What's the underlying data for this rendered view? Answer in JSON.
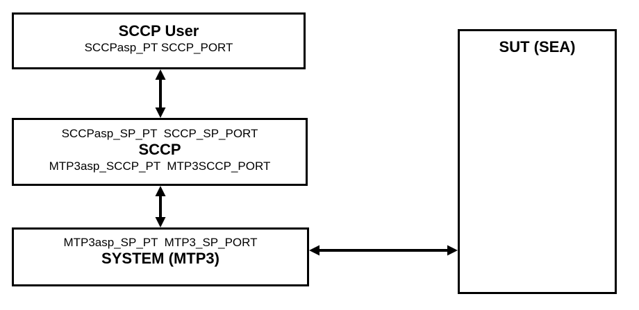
{
  "diagram": {
    "background_color": "#ffffff",
    "line_color": "#000000",
    "text_color": "#000000",
    "boxes": {
      "sccp_user": {
        "title": "SCCP User",
        "ports": "SCCPasp_PT SCCP_PORT"
      },
      "sccp": {
        "top_ports": "SCCPasp_SP_PT  SCCP_SP_PORT",
        "title": "SCCP",
        "bottom_ports": "MTP3asp_SCCP_PT  MTP3SCCP_PORT"
      },
      "system_mtp3": {
        "top_ports": "MTP3asp_SP_PT  MTP3_SP_PORT",
        "title": "SYSTEM (MTP3)"
      },
      "sut": {
        "title": "SUT (SEA)"
      }
    },
    "connections": [
      {
        "from": "sccp_user",
        "to": "sccp",
        "type": "bidirectional-arrow",
        "orientation": "vertical"
      },
      {
        "from": "sccp",
        "to": "system_mtp3",
        "type": "bidirectional-arrow",
        "orientation": "vertical"
      },
      {
        "from": "system_mtp3",
        "to": "sut",
        "type": "bidirectional-arrow",
        "orientation": "horizontal"
      }
    ]
  }
}
